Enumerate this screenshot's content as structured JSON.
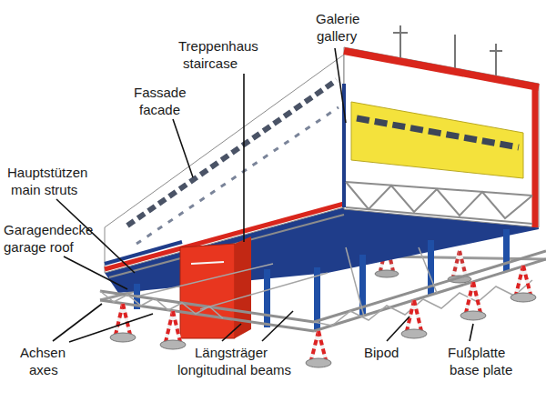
{
  "diagram": {
    "labels": [
      "Galerie",
      "gallery",
      "Treppenhaus",
      "staircase",
      "Fassade",
      "facade",
      "Hauptstützen",
      "main struts",
      "Garagendecke",
      "garage roof",
      "Achsen",
      "axes",
      "Längsträger",
      "longitudinal beams",
      "Bipod",
      "Fußplatte",
      "base plate"
    ]
  }
}
